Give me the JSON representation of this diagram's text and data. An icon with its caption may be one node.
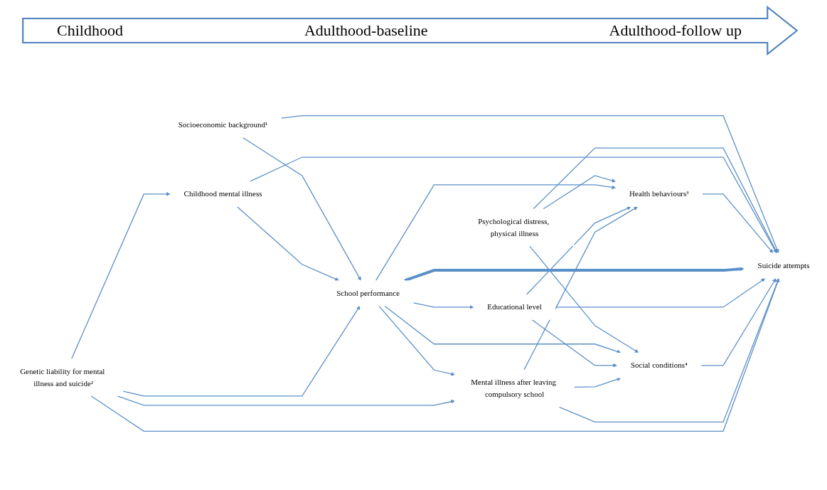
{
  "diagram": {
    "nodes": [
      {
        "text": [
          "Socioeconomic background¹"
        ]
      },
      {
        "text": [
          "Psychological distress, physical illness"
        ]
      },
      {
        "text": [
          "Childhood mental illness"
        ]
      },
      {
        "text": [
          "Health behaviours³"
        ]
      },
      {
        "text": [
          "School performance"
        ]
      },
      {
        "text": [
          "Suicide attempts"
        ]
      },
      {
        "text": [
          "Educational level"
        ]
      },
      {
        "text": [
          "Social conditions⁴"
        ]
      },
      {
        "text": [
          "Mental illness after leaving compulsory school"
        ]
      },
      {
        "text": [
          "Genetic liability for mental illness and suicide²"
        ]
      }
    ],
    "edges": [
      {
        "from": 0,
        "to": 5,
        "arrow": "to"
      },
      {
        "from": 0,
        "to": 4,
        "arrow": "to"
      },
      {
        "from": 1,
        "to": 3,
        "arrow": "to"
      },
      {
        "from": 1,
        "to": 7,
        "arrow": "to"
      },
      {
        "from": 1,
        "to": 5,
        "arrow": "to"
      },
      {
        "from": 2,
        "to": 5,
        "arrow": "to"
      },
      {
        "from": 2,
        "to": 4,
        "arrow": "to"
      },
      {
        "from": 3,
        "to": 5,
        "arrow": "to"
      },
      {
        "from": 4,
        "to": 5,
        "arrow": "to",
        "style": "thick"
      },
      {
        "from": 4,
        "to": 3,
        "arrow": "to"
      },
      {
        "from": 4,
        "to": 7,
        "arrow": "to"
      },
      {
        "from": 4,
        "to": 6,
        "arrow": "to"
      },
      {
        "from": 4,
        "to": 8,
        "arrow": "to"
      },
      {
        "from": 6,
        "to": 3,
        "arrow": "to"
      },
      {
        "from": 6,
        "to": 7,
        "arrow": "to"
      },
      {
        "from": 6,
        "to": 5,
        "arrow": "to"
      },
      {
        "from": 7,
        "to": 5,
        "arrow": "to"
      },
      {
        "from": 8,
        "to": 3,
        "arrow": "to"
      },
      {
        "from": 8,
        "to": 7,
        "arrow": "to"
      },
      {
        "from": 8,
        "to": 5,
        "arrow": "to"
      },
      {
        "from": 9,
        "to": 2,
        "arrow": "to"
      },
      {
        "from": 9,
        "to": 4,
        "arrow": "to"
      },
      {
        "from": 9,
        "to": 8,
        "arrow": "to"
      },
      {
        "from": 9,
        "to": 5,
        "arrow": "to"
      }
    ],
    "labels": [
      "Childhood",
      "Adulthood-baseline",
      "Adulthood-follow up"
    ]
  }
}
